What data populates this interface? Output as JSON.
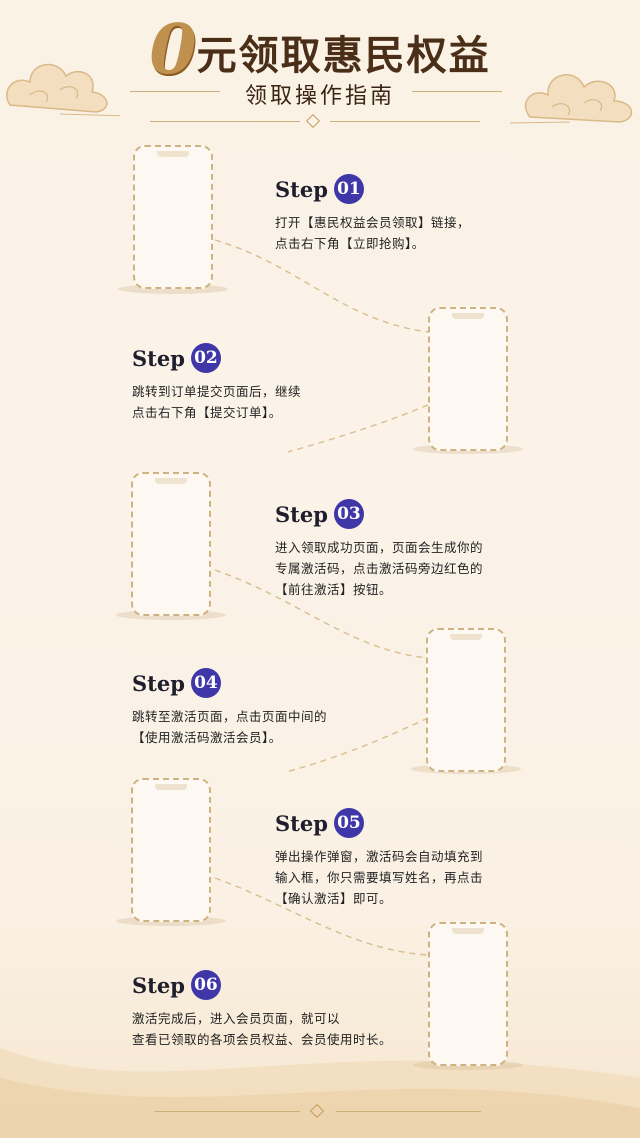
{
  "header": {
    "zero": "0",
    "title": "元领取惠民权益",
    "subtitle": "领取操作指南"
  },
  "colors": {
    "accent_gold": "#c79d5c",
    "step_badge": "#3f36a8",
    "title_brown": "#4a2e17"
  },
  "steps": [
    {
      "word": "Step",
      "num": "01",
      "lines": [
        "打开【惠民权益会员领取】链接，",
        "点击右下角【立即抢购】。"
      ]
    },
    {
      "word": "Step",
      "num": "02",
      "lines": [
        "跳转到订单提交页面后，继续",
        "点击右下角【提交订单】。"
      ]
    },
    {
      "word": "Step",
      "num": "03",
      "lines": [
        "进入领取成功页面，页面会生成你的",
        "专属激活码，点击激活码旁边红色的",
        "【前往激活】按钮。"
      ]
    },
    {
      "word": "Step",
      "num": "04",
      "lines": [
        "跳转至激活页面，点击页面中间的",
        "【使用激活码激活会员】。"
      ]
    },
    {
      "word": "Step",
      "num": "05",
      "lines": [
        "弹出操作弹窗，激活码会自动填充到",
        "输入框，你只需要填写姓名，再点击",
        "【确认激活】即可。"
      ]
    },
    {
      "word": "Step",
      "num": "06",
      "lines": [
        "激活完成后，进入会员页面，就可以",
        "查看已领取的各项会员权益、会员使用时长。"
      ]
    }
  ],
  "icons": [
    "cloud-left-icon",
    "cloud-right-icon",
    "diamond-icon",
    "phone-placeholder-icon"
  ]
}
